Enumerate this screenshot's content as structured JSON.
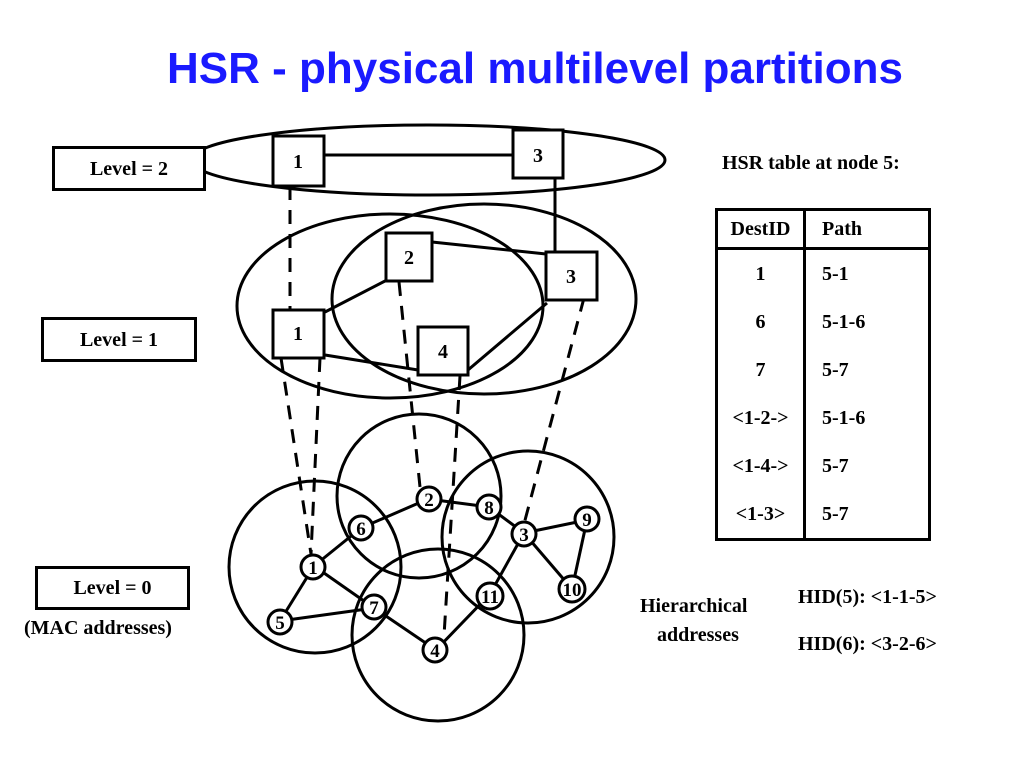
{
  "title": "HSR - physical multilevel partitions",
  "levels": {
    "level2": "Level = 2",
    "level1": "Level = 1",
    "level0": "Level = 0",
    "level0_note": "(MAC addresses)"
  },
  "level2_nodes": [
    "1",
    "3"
  ],
  "level1_nodes": [
    "2",
    "3",
    "1",
    "4"
  ],
  "level0_nodes": [
    "1",
    "2",
    "3",
    "4",
    "5",
    "6",
    "7",
    "8",
    "9",
    "10",
    "11"
  ],
  "table": {
    "caption": "HSR table at node 5:",
    "headers": [
      "DestID",
      "Path"
    ],
    "rows": [
      [
        "1",
        "5-1"
      ],
      [
        "6",
        "5-1-6"
      ],
      [
        "7",
        "5-7"
      ],
      [
        "<1-2->",
        "5-1-6"
      ],
      [
        "<1-4->",
        "5-7"
      ],
      [
        "<1-3>",
        "5-7"
      ]
    ]
  },
  "hierarchical": {
    "label_line1": "Hierarchical",
    "label_line2": "addresses",
    "hid5": "HID(5): <1-1-5>",
    "hid6": "HID(6): <3-2-6>"
  },
  "colors": {
    "title": "#1a1aff",
    "lines": "#000000"
  }
}
